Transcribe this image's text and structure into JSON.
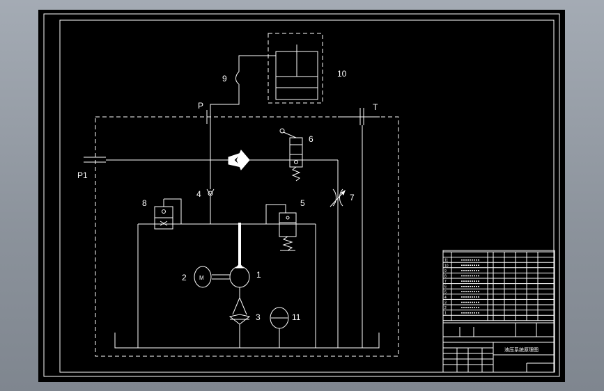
{
  "components": {
    "c1": "1",
    "c2": "2",
    "c3": "3",
    "c4": "4",
    "c5": "5",
    "c6": "6",
    "c7": "7",
    "c8": "8",
    "c9": "9",
    "c10": "10",
    "c11": "11"
  },
  "ports": {
    "p": "P",
    "t": "T",
    "p1": "P1"
  },
  "motor_label": "M",
  "title_block": {
    "row_numbers": [
      "11",
      "10",
      "9",
      "8",
      "7",
      "6",
      "5",
      "4",
      "3",
      "2",
      "1"
    ],
    "drawing_title": "液压系统原理图"
  },
  "colors": {
    "drawing_bg": "#000000",
    "line": "#ffffff",
    "outside": "#8e959e"
  }
}
